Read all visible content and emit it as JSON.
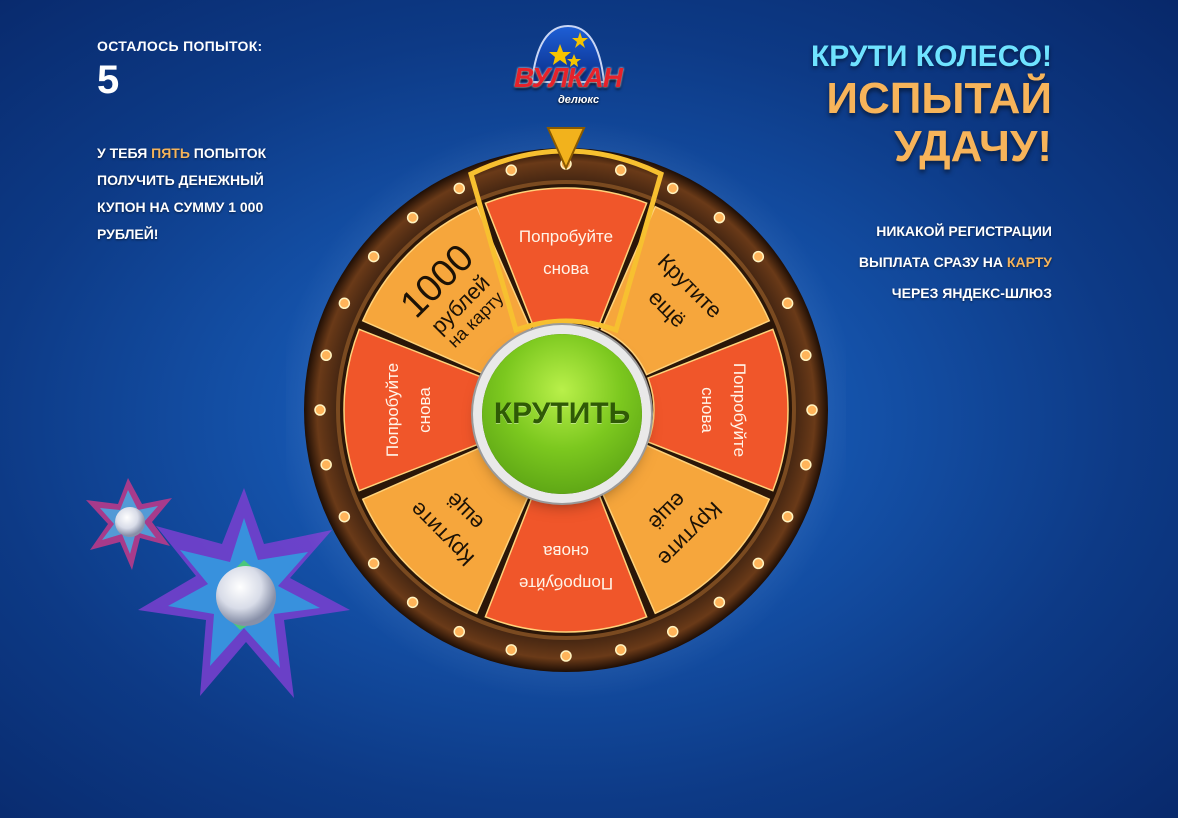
{
  "left_panel": {
    "attempts_label": "ОСТАЛОСЬ ПОПЫТОК:",
    "attempts_count": "5",
    "promo_line_1_pre": "У ТЕБЯ ",
    "promo_line_1_hl": "ПЯТЬ",
    "promo_line_1_post": " ПОПЫТОК",
    "promo_line_2": "ПОЛУЧИТЬ ДЕНЕЖНЫЙ",
    "promo_line_3": "КУПОН НА СУММУ 1 000",
    "promo_line_4": "РУБЛЕЙ!"
  },
  "logo": {
    "brand": "ВУЛКАН",
    "sub": "делюкс"
  },
  "right_panel": {
    "title_1": "КРУТИ КОЛЕСО!",
    "title_2a": "ИСПЫТАЙ",
    "title_2b": "УДАЧУ!",
    "feature_1": "НИКАКОЙ РЕГИСТРАЦИИ",
    "feature_2_pre": "ВЫПЛАТА СРАЗУ НА ",
    "feature_2_hl": "КАРТУ",
    "feature_3": "ЧЕРЕЗ ЯНДЕКС-ШЛЮЗ"
  },
  "wheel": {
    "spin_label": "КРУТИТЬ",
    "segments": [
      {
        "line1": "Попробуйте",
        "line2": "снова",
        "line3": "",
        "style": "red"
      },
      {
        "line1": "Крутите",
        "line2": "ещё",
        "line3": "",
        "style": "orange"
      },
      {
        "line1": "Попробуйте",
        "line2": "снова",
        "line3": "",
        "style": "red"
      },
      {
        "line1": "Крутите",
        "line2": "ещё",
        "line3": "",
        "style": "orange"
      },
      {
        "line1": "Попробуйте",
        "line2": "снова",
        "line3": "",
        "style": "red"
      },
      {
        "line1": "Крутите",
        "line2": "ещё",
        "line3": "",
        "style": "orange"
      },
      {
        "line1": "Попробуйте",
        "line2": "снова",
        "line3": "",
        "style": "red"
      },
      {
        "line1": "1000",
        "line2": "рублей",
        "line3": "на карту",
        "style": "orange"
      }
    ],
    "colors": {
      "red": "#f0562a",
      "orange": "#f6a63c"
    }
  }
}
